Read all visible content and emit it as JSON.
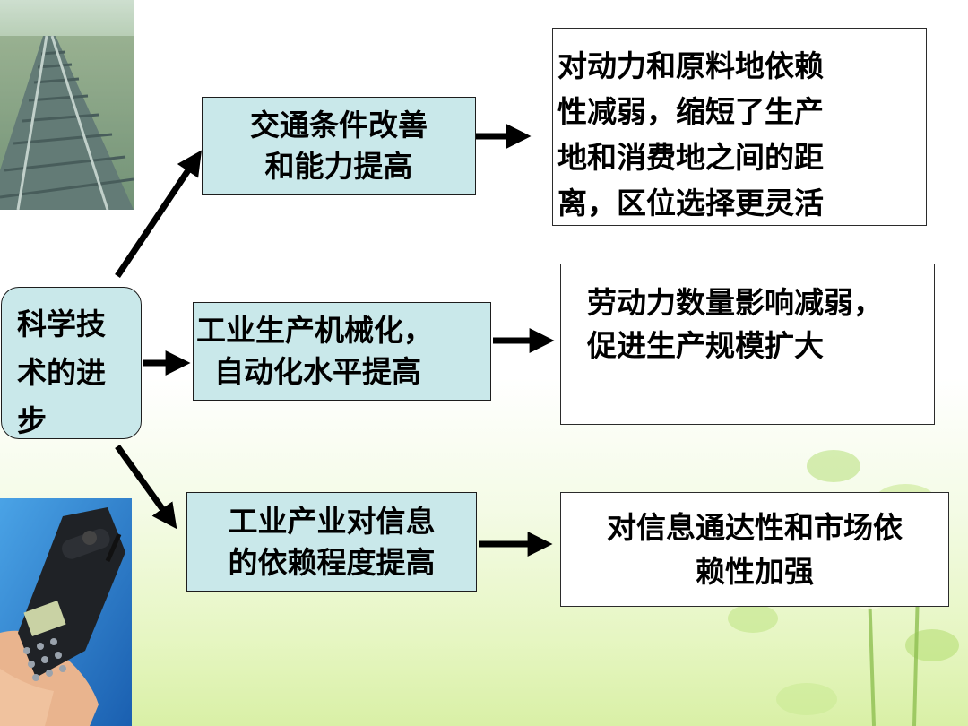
{
  "root": {
    "lines": [
      "科学技",
      "术的进",
      "步"
    ]
  },
  "middle": [
    {
      "lines": [
        "交通条件改善",
        "和能力提高"
      ]
    },
    {
      "lines": [
        "工业生产机械化，",
        "自动化水平提高"
      ]
    },
    {
      "lines": [
        "工业产业对信息",
        "的依赖程度提高"
      ]
    }
  ],
  "results": [
    {
      "lines": [
        "对动力和原料地依赖",
        "性减弱，缩短了生产",
        "地和消费地之间的距",
        "离，区位选择更灵活"
      ]
    },
    {
      "lines": [
        "劳动力数量影响减弱，",
        "促进生产规模扩大"
      ]
    },
    {
      "lines": [
        "对信息通达性和市场依",
        "赖性加强"
      ]
    }
  ],
  "colors": {
    "box_fill": "#c9e8ea",
    "arrow": "#000000"
  }
}
